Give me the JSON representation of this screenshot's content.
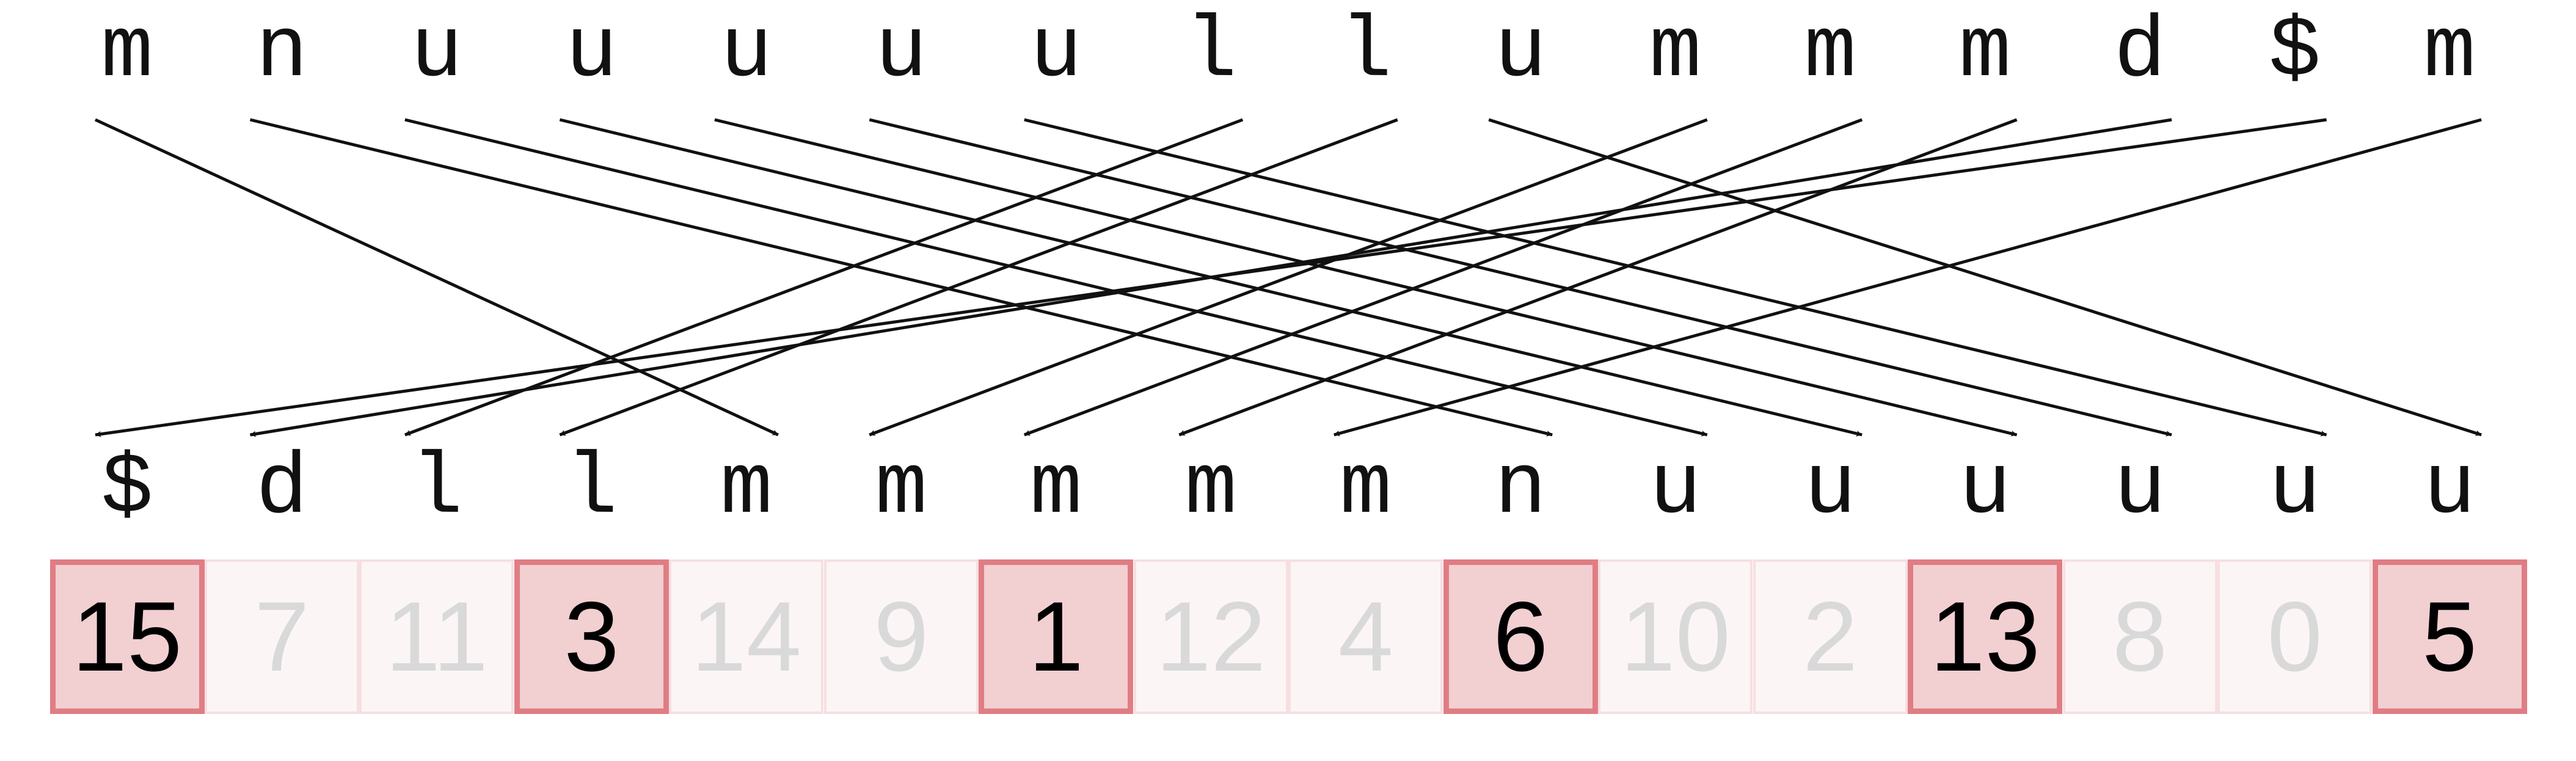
{
  "top_row": [
    "m",
    "n",
    "u",
    "u",
    "u",
    "u",
    "u",
    "l",
    "l",
    "u",
    "m",
    "m",
    "m",
    "d",
    "$",
    "m"
  ],
  "bottom_row": [
    "$",
    "d",
    "l",
    "l",
    "m",
    "m",
    "m",
    "m",
    "m",
    "n",
    "u",
    "u",
    "u",
    "u",
    "u",
    "u"
  ],
  "arrows": [
    {
      "from": 0,
      "to": 4
    },
    {
      "from": 1,
      "to": 9
    },
    {
      "from": 2,
      "to": 10
    },
    {
      "from": 3,
      "to": 11
    },
    {
      "from": 4,
      "to": 12
    },
    {
      "from": 5,
      "to": 13
    },
    {
      "from": 6,
      "to": 14
    },
    {
      "from": 7,
      "to": 2
    },
    {
      "from": 8,
      "to": 3
    },
    {
      "from": 9,
      "to": 15
    },
    {
      "from": 10,
      "to": 5
    },
    {
      "from": 11,
      "to": 6
    },
    {
      "from": 12,
      "to": 7
    },
    {
      "from": 13,
      "to": 1
    },
    {
      "from": 14,
      "to": 0
    },
    {
      "from": 15,
      "to": 8
    }
  ],
  "suffix_array": [
    {
      "value": "15",
      "sampled": true
    },
    {
      "value": "7",
      "sampled": false
    },
    {
      "value": "11",
      "sampled": false
    },
    {
      "value": "3",
      "sampled": true
    },
    {
      "value": "14",
      "sampled": false
    },
    {
      "value": "9",
      "sampled": false
    },
    {
      "value": "1",
      "sampled": true
    },
    {
      "value": "12",
      "sampled": false
    },
    {
      "value": "4",
      "sampled": false
    },
    {
      "value": "6",
      "sampled": true
    },
    {
      "value": "10",
      "sampled": false
    },
    {
      "value": "2",
      "sampled": false
    },
    {
      "value": "13",
      "sampled": true
    },
    {
      "value": "8",
      "sampled": false
    },
    {
      "value": "0",
      "sampled": false
    },
    {
      "value": "5",
      "sampled": true
    }
  ],
  "colors": {
    "ink": "#111111",
    "sampled_fill": "#f2cfd1",
    "sampled_border": "#e07d84",
    "dim_fill": "#fcf5f6",
    "dim_border": "#f6dfe1",
    "dim_text": "#d9d9d9"
  }
}
